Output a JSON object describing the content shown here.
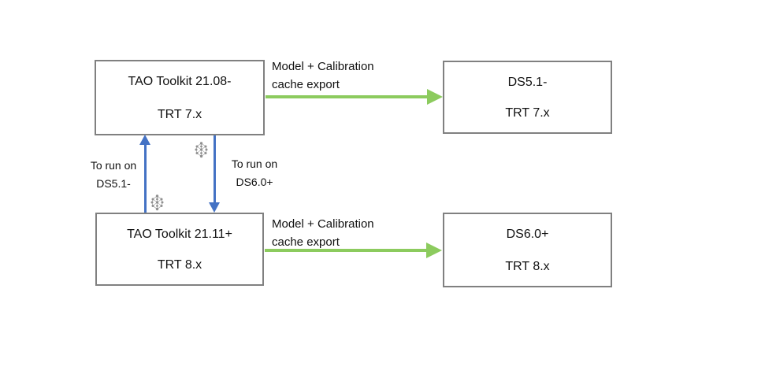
{
  "diagram": {
    "boxes": [
      {
        "line1": "TAO Toolkit 21.08-",
        "line2": "TRT 7.x"
      },
      {
        "line1": "DS5.1-",
        "line2": "TRT 7.x"
      },
      {
        "line1": "TAO Toolkit 21.11+",
        "line2": "TRT 8.x"
      },
      {
        "line1": "DS6.0+",
        "line2": "TRT 8.x"
      }
    ],
    "green_arrows": [
      {
        "label_line1": "Model + Calibration",
        "label_line2": "cache export"
      },
      {
        "label_line1": "Model + Calibration",
        "label_line2": "cache export"
      }
    ],
    "blue_arrows": [
      {
        "direction": "up",
        "label_line1": "To run on",
        "label_line2": "DS5.1-"
      },
      {
        "direction": "down",
        "label_line1": "To run on",
        "label_line2": "DS6.0+"
      }
    ],
    "icons": [
      {
        "name": "network-model-icon"
      },
      {
        "name": "network-model-icon"
      }
    ],
    "colors": {
      "green_arrow": "#8ccb5e",
      "blue_arrow": "#4472c4",
      "box_border": "#808080",
      "text": "#111111",
      "icon_gray": "#8f8f8f"
    }
  }
}
